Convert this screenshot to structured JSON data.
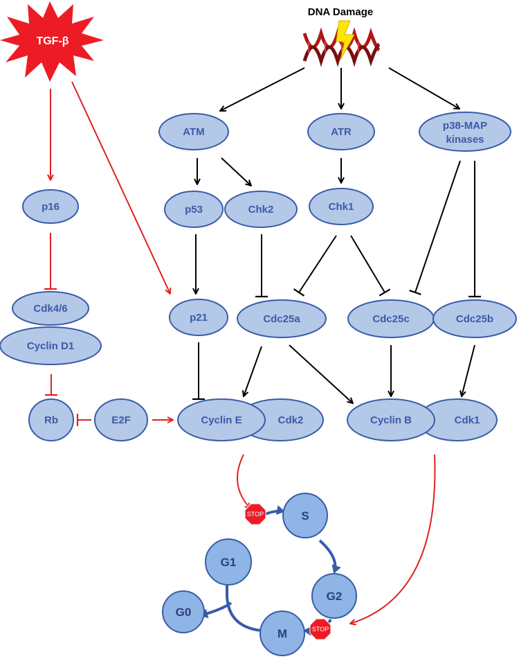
{
  "nodes": {
    "tgf_beta": "TGF-β",
    "dna_damage": "DNA Damage",
    "atm": "ATM",
    "atr": "ATR",
    "p38_line1": "p38-MAP",
    "p38_line2": "kinases",
    "p53": "p53",
    "chk2": "Chk2",
    "chk1": "Chk1",
    "p16": "p16",
    "cdk46": "Cdk4/6",
    "cyclin_d1": "Cyclin D1",
    "p21": "p21",
    "cdc25a": "Cdc25a",
    "cdc25c": "Cdc25c",
    "cdc25b": "Cdc25b",
    "rb": "Rb",
    "e2f": "E2F",
    "cyclin_e": "Cyclin E",
    "cdk2": "Cdk2",
    "cyclin_b": "Cyclin B",
    "cdk1": "Cdk1"
  },
  "phases": {
    "g1": "G1",
    "s": "S",
    "g2": "G2",
    "m": "M",
    "g0": "G0"
  },
  "stop_signs": {
    "g1_s": "STOP",
    "g2_m": "STOP"
  },
  "colors": {
    "node_fill": "#b4c8e8",
    "node_stroke": "#3a5ba8",
    "node_text": "#3b5aa8",
    "phase_fill": "#8fb4e6",
    "activation_arrow": "#000000",
    "tgf_arrow": "#e02020",
    "cycle_arrow": "#3a5ba8",
    "stop": "#e02020"
  },
  "icons": {
    "dna": "dna-helix-icon",
    "lightning": "lightning-bolt-icon",
    "tgf_burst": "starburst-icon",
    "stop": "stop-sign-icon"
  }
}
